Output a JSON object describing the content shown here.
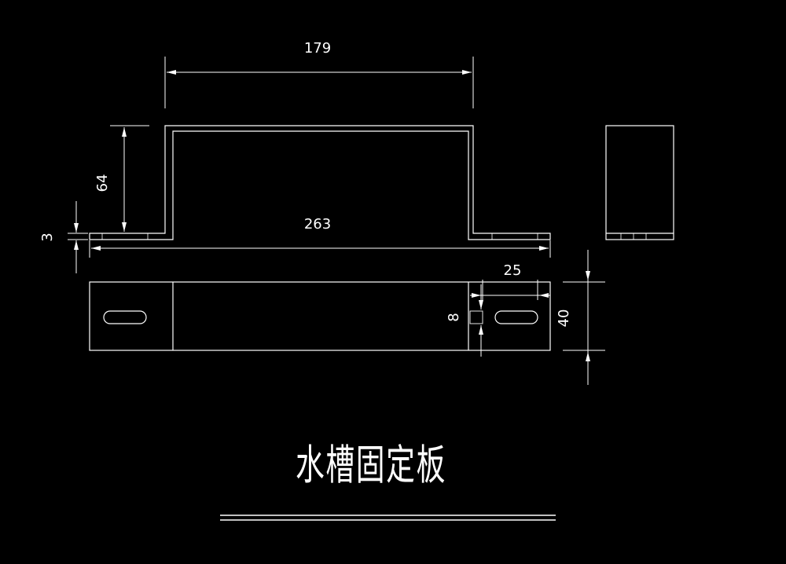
{
  "drawing": {
    "title": "水槽固定板",
    "background": "#000000",
    "line_color": "#ffffff"
  },
  "dimensions": {
    "top_span": "179",
    "height": "64",
    "thickness": "3",
    "overall_length": "263",
    "slot_offset": "25",
    "slot_width": "8",
    "plate_width": "40"
  }
}
